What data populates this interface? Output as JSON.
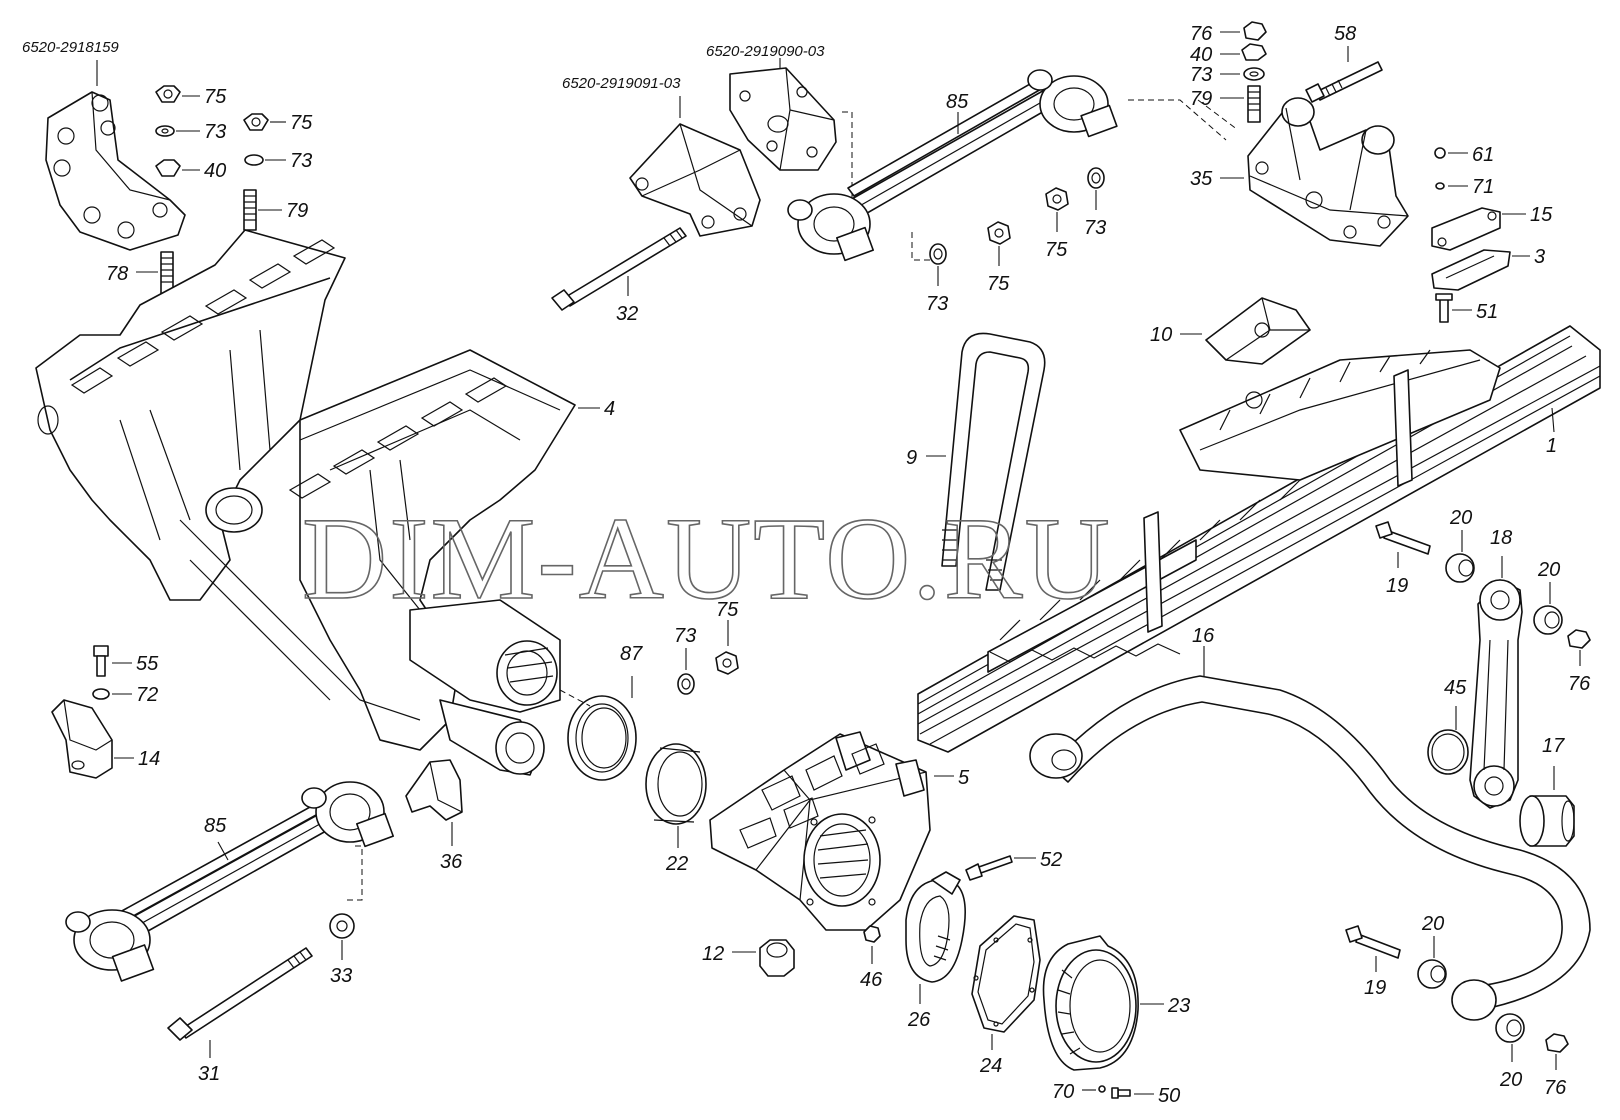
{
  "watermark": "DIM-AUTO.RU",
  "codes": {
    "bracket_left": "6520-2918159",
    "bracket_mid": "6520-2919091-03",
    "bracket_right": "6520-2919090-03"
  },
  "parts": {
    "p1": "1",
    "p3": "3",
    "p4": "4",
    "p5": "5",
    "p9": "9",
    "p10": "10",
    "p12": "12",
    "p14": "14",
    "p15": "15",
    "p16": "16",
    "p17": "17",
    "p18": "18",
    "p19a": "19",
    "p19b": "19",
    "p20a": "20",
    "p20b": "20",
    "p20c": "20",
    "p20d": "20",
    "p22": "22",
    "p23": "23",
    "p24": "24",
    "p26": "26",
    "p31": "31",
    "p32": "32",
    "p33": "33",
    "p35": "35",
    "p36": "36",
    "p40a": "40",
    "p40b": "40",
    "p45": "45",
    "p46": "46",
    "p50": "50",
    "p51": "51",
    "p52": "52",
    "p55": "55",
    "p58": "58",
    "p61": "61",
    "p70": "70",
    "p71": "71",
    "p72": "72",
    "p73a": "73",
    "p73b": "73",
    "p73c": "73",
    "p73d": "73",
    "p73e": "73",
    "p73f": "73",
    "p75a": "75",
    "p75b": "75",
    "p75c": "75",
    "p75d": "75",
    "p75e": "75",
    "p76a": "76",
    "p76b": "76",
    "p76c": "76",
    "p78": "78",
    "p79a": "79",
    "p79b": "79",
    "p85a": "85",
    "p85b": "85",
    "p87": "87"
  }
}
